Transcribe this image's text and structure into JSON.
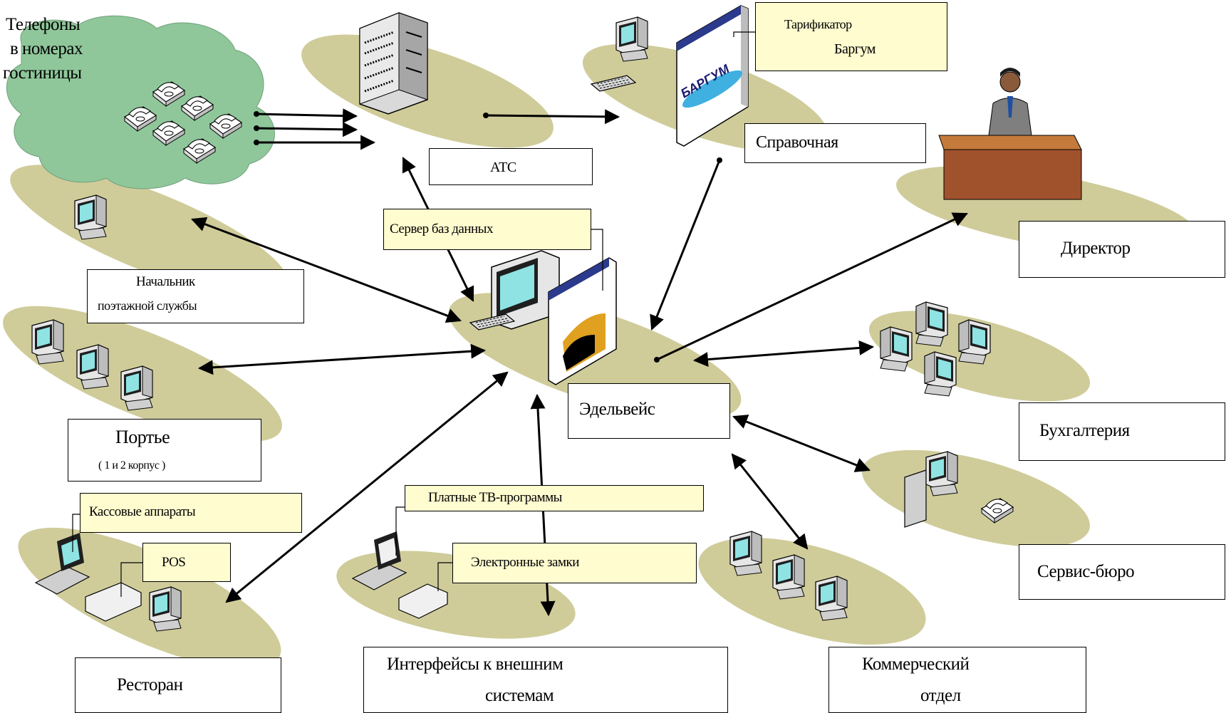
{
  "nodes": {
    "phones": {
      "line1": "Телефоны",
      "line2": "в номерах",
      "line3": "гостиницы"
    },
    "ats": {
      "label": "АТС"
    },
    "reference": {
      "label": "Справочная"
    },
    "tariff": {
      "line1": "Тарификатор",
      "line2": "Баргум"
    },
    "director": {
      "label": "Директор"
    },
    "db_server": {
      "label": "Сервер баз данных"
    },
    "security_chief": {
      "line1": "Начальник",
      "line2": "поэтажной службы"
    },
    "portier": {
      "line1": "Портье",
      "line2": "( 1 и 2 корпус )"
    },
    "edelweiss": {
      "label": "Эдельвейс"
    },
    "accounting": {
      "label": "Бухгалтерия"
    },
    "service_bureau": {
      "label": "Сервис-бюро"
    },
    "cash_registers": {
      "label": "Кассовые аппараты"
    },
    "pos": {
      "label": "POS"
    },
    "tv": {
      "label": "Платные ТВ-программы"
    },
    "locks": {
      "label": "Электронные замки"
    },
    "restaurant": {
      "label": "Ресторан"
    },
    "interfaces": {
      "line1": "Интерфейсы к внешним",
      "line2": "системам"
    },
    "commercial": {
      "line1": "Коммерческий",
      "line2": "отдел"
    }
  },
  "screen_text": "БАРГУМ",
  "colors": {
    "ellipse": "#cfcc9a",
    "cloud": "#8fc79a",
    "callout": "#fffcd0",
    "monitor_screen": "#8fe3e3",
    "desk": "#a0522d",
    "arrow": "#000000"
  }
}
